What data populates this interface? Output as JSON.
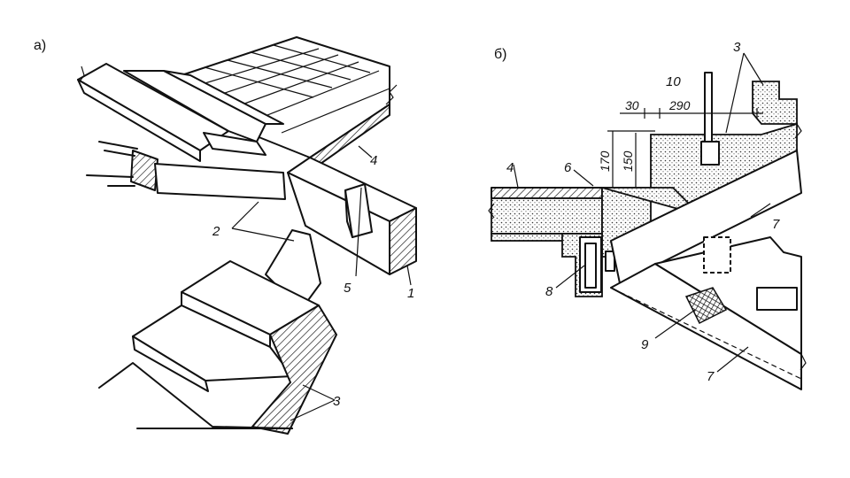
{
  "panels": {
    "a": {
      "label": "а)"
    },
    "b": {
      "label": "б)"
    }
  },
  "callouts_a": {
    "n1": "1",
    "n2": "2",
    "n3": "3",
    "n4": "4",
    "n5": "5"
  },
  "callouts_b": {
    "n3": "3",
    "n4": "4",
    "n6": "6",
    "n7a": "7",
    "n7b": "7",
    "n8": "8",
    "n9": "9",
    "n10": "10"
  },
  "dimensions_b": {
    "d30": "30",
    "d290": "290",
    "d170": "170",
    "d150": "150"
  }
}
